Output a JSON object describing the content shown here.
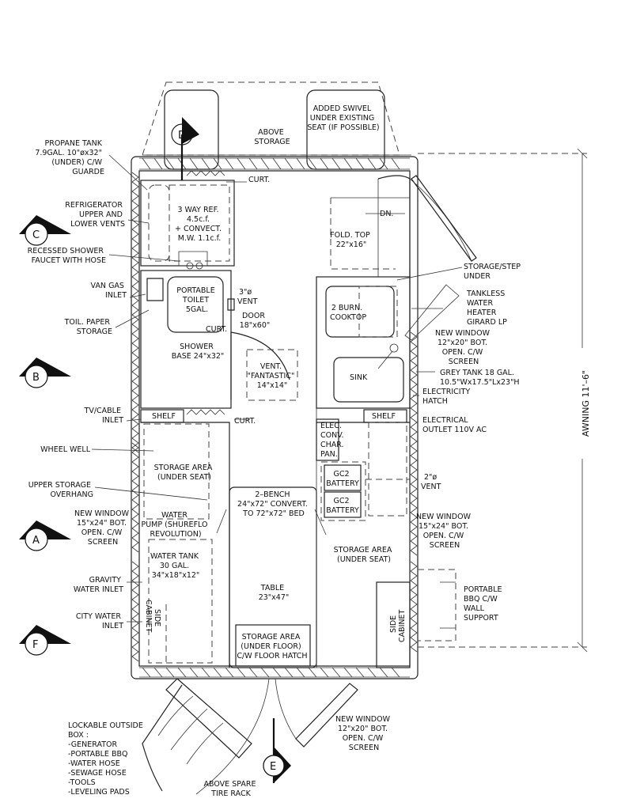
{
  "labels": {
    "added_swivel": [
      "ADDED SWIVEL",
      "UNDER EXISTING",
      "SEAT (IF POSSIBLE)"
    ],
    "above_storage": [
      "ABOVE",
      "STORAGE"
    ],
    "propane": [
      "PROPANE TANK",
      "7.9GAL. 10\"øx32\"",
      "(UNDER) C/W",
      "GUARDE"
    ],
    "refrigerator_vents": [
      "REFRIGERATOR",
      "UPPER AND",
      "LOWER VENTS"
    ],
    "recessed_shower": [
      "RECESSED SHOWER",
      "FAUCET WITH HOSE"
    ],
    "van_gas": [
      "VAN GAS",
      "INLET"
    ],
    "toil_paper": [
      "TOIL. PAPER",
      "STORAGE"
    ],
    "tv_cable": [
      "TV/CABLE",
      "INLET"
    ],
    "wheel_well": "WHEEL WELL",
    "upper_storage": [
      "UPPER STORAGE",
      "OVERHANG"
    ],
    "new_window_left": [
      "NEW WINDOW",
      "15\"x24\" BOT.",
      "OPEN. C/W",
      "SCREEN"
    ],
    "gravity_water": [
      "GRAVITY",
      "WATER INLET"
    ],
    "city_water": [
      "CITY WATER",
      "INLET"
    ],
    "lockable_box": [
      "LOCKABLE OUTSIDE",
      "BOX :",
      "-GENERATOR",
      "-PORTABLE BBQ",
      "-WATER HOSE",
      "-SEWAGE HOSE",
      "-TOOLS",
      "-LEVELING PADS"
    ],
    "above_spare": [
      "ABOVE SPARE",
      "TIRE RACK"
    ],
    "new_window_bottom": [
      "NEW WINDOW",
      "12\"x20\" BOT.",
      "OPEN. C/W",
      "SCREEN"
    ],
    "curt": "CURT.",
    "way_ref": [
      "3 WAY REF.",
      "4.5c.f.",
      "+ CONVECT.",
      "M.W. 1.1c.f."
    ],
    "portable_toilet": [
      "PORTABLE",
      "TOILET",
      "5GAL."
    ],
    "vent3": [
      "3\"ø",
      "VENT"
    ],
    "door": [
      "DOOR",
      "18\"x60\""
    ],
    "shower_base": [
      "SHOWER",
      "BASE 24\"x32\""
    ],
    "vent_fantastic": [
      "VENT.",
      "\"FANTASTIC\"",
      "14\"x14\""
    ],
    "shelf": "SHELF",
    "storage_under_seat": [
      "STORAGE AREA",
      "(UNDER SEAT)"
    ],
    "water_pump": [
      "WATER",
      "PUMP (SHUREFLO",
      "REVOLUTION)"
    ],
    "water_tank": [
      "WATER TANK",
      "30 GAL.",
      "34\"x18\"x12\""
    ],
    "side_cabinet": [
      "SIDE",
      "CABINET"
    ],
    "bench": [
      "2–BENCH",
      "24\"x72\" CONVERT.",
      "TO 72\"x72\" BED"
    ],
    "table": [
      "TABLE",
      "23\"x47\""
    ],
    "storage_under_floor": [
      "STORAGE AREA",
      "(UNDER FLOOR)",
      "C/W FLOOR HATCH"
    ],
    "dn": "DN.",
    "fold_top": [
      "FOLD. TOP",
      "22\"x16\""
    ],
    "storage_step": [
      "STORAGE/STEP",
      "UNDER"
    ],
    "burn_cooktop": [
      "2 BURN.",
      "COOKTOP"
    ],
    "tankless": [
      "TANKLESS",
      "WATER",
      "HEATER",
      "GIRARD LP"
    ],
    "new_window_right_top": [
      "NEW WINDOW",
      "12\"x20\" BOT.",
      "OPEN. C/W",
      "SCREEN"
    ],
    "sink": "SINK",
    "grey_tank": [
      "GREY TANK 18 GAL.",
      "10.5\"Wx17.5\"Lx23\"H"
    ],
    "electricity_hatch": [
      "ELECTRICITY",
      "HATCH"
    ],
    "electrical_outlet": [
      "ELECTRICAL",
      "OUTLET 110V AC"
    ],
    "elec_panel": [
      "ELEC.",
      "CONV.",
      "CHAR.",
      "PAN."
    ],
    "battery": [
      "GC2",
      "BATTERY"
    ],
    "vent2": [
      "2\"ø",
      "VENT"
    ],
    "new_window_right_mid": [
      "NEW WINDOW",
      "15\"x24\" BOT.",
      "OPEN. C/W",
      "SCREEN"
    ],
    "bbq_support": [
      "PORTABLE",
      "BBQ C/W",
      "WALL",
      "SUPPORT"
    ],
    "awning": "AWNING 11'–6\""
  },
  "section_markers": {
    "D": "D",
    "C": "C",
    "B": "B",
    "A": "A",
    "F": "F",
    "E": "E"
  }
}
